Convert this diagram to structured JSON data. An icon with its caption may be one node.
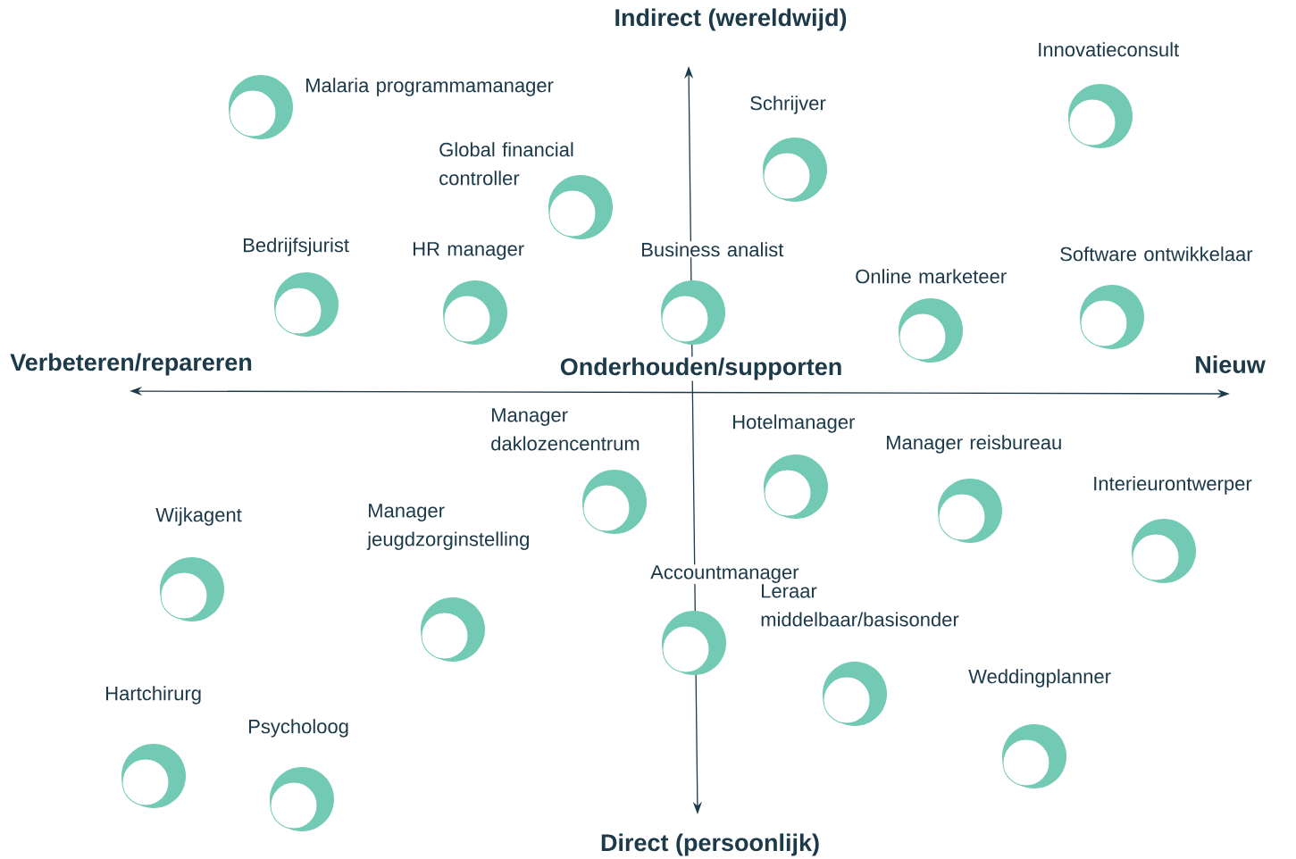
{
  "diagram": {
    "nodes": [
      {
        "text": [],
        "shape": "circle",
        "beside": [
          "Malaria programmamanager"
        ]
      },
      {
        "text": [],
        "shape": "circle",
        "beside": [
          "Global financial controller"
        ]
      },
      {
        "text": [],
        "shape": "circle",
        "beside": [
          "Schrijver"
        ]
      },
      {
        "text": [],
        "shape": "circle",
        "beside": [
          "Innovatieconsult"
        ]
      },
      {
        "text": [],
        "shape": "circle",
        "beside": [
          "Bedrijfsjurist"
        ]
      },
      {
        "text": [],
        "shape": "circle",
        "beside": [
          "HR manager"
        ]
      },
      {
        "text": [],
        "shape": "circle",
        "beside": [
          "Business analist"
        ]
      },
      {
        "text": [],
        "shape": "circle",
        "beside": [
          "Online marketeer"
        ]
      },
      {
        "text": [],
        "shape": "circle",
        "beside": [
          "Software ontwikkelaar"
        ]
      },
      {
        "text": [],
        "shape": "circle",
        "beside": [
          "Manager daklozencentrum"
        ]
      },
      {
        "text": [],
        "shape": "circle",
        "beside": [
          "Hotelmanager"
        ]
      },
      {
        "text": [],
        "shape": "circle",
        "beside": [
          "Manager reisbureau"
        ]
      },
      {
        "text": [],
        "shape": "circle",
        "beside": [
          "Interieurontwerper"
        ]
      },
      {
        "text": [],
        "shape": "circle",
        "beside": [
          "Wijkagent"
        ]
      },
      {
        "text": [],
        "shape": "circle",
        "beside": [
          "Manager jeugdzorginstelling"
        ]
      },
      {
        "text": [],
        "shape": "circle",
        "beside": [
          "Accountmanager"
        ]
      },
      {
        "text": [],
        "shape": "circle",
        "beside": [
          "Leraar middelbaar/basisonder"
        ]
      },
      {
        "text": [],
        "shape": "circle",
        "beside": [
          "Weddingplanner"
        ]
      },
      {
        "text": [],
        "shape": "circle",
        "beside": [
          "Hartchirurg"
        ]
      },
      {
        "text": [],
        "shape": "circle",
        "beside": [
          "Psycholoog"
        ]
      }
    ],
    "labels": [
      "Indirect (wereldwijd)",
      "Verbeteren/repareren",
      "Onderhouden/supporten",
      "Nieuw",
      "Direct (persoonlijk)"
    ]
  }
}
